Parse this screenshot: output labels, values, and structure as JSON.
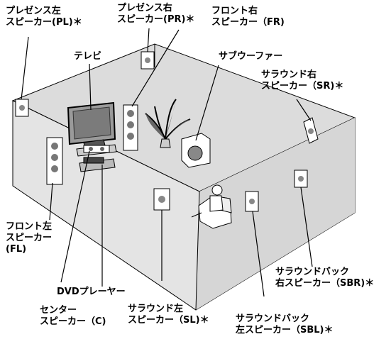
{
  "labels": {
    "presence_left": {
      "line1": "プレゼンス左",
      "line2": "スピーカー(PL)＊"
    },
    "presence_right": {
      "line1": "プレゼンス右",
      "line2": "スピーカー(PR)＊"
    },
    "front_right": {
      "line1": "フロント右",
      "line2": "スピーカー（FR)"
    },
    "tv": {
      "line1": "テレビ"
    },
    "subwoofer": {
      "line1": "サブウーファー"
    },
    "surround_right": {
      "line1": "サラウンド右",
      "line2": "スピーカー（SR)＊"
    },
    "front_left": {
      "line1": "フロント左",
      "line2": "スピーカー",
      "line3": "(FL)"
    },
    "dvd_player": {
      "line1": "DVDプレーヤー"
    },
    "center": {
      "line1": "センター",
      "line2": "スピーカー（C)"
    },
    "surround_left": {
      "line1": "サラウンド左",
      "line2": "スピーカー（SL)＊"
    },
    "surround_back_right": {
      "line1": "サラウンドバック",
      "line2": "右スピーカー（SBR)＊"
    },
    "surround_back_left": {
      "line1": "サラウンドバック",
      "line2": "左スピーカー（SBL)＊"
    }
  },
  "colors": {
    "wall": "#dcdcdc",
    "floor": "#e6e6e6",
    "outline": "#000000",
    "speaker": "#ffffff",
    "screen": "#9a9a9a"
  }
}
